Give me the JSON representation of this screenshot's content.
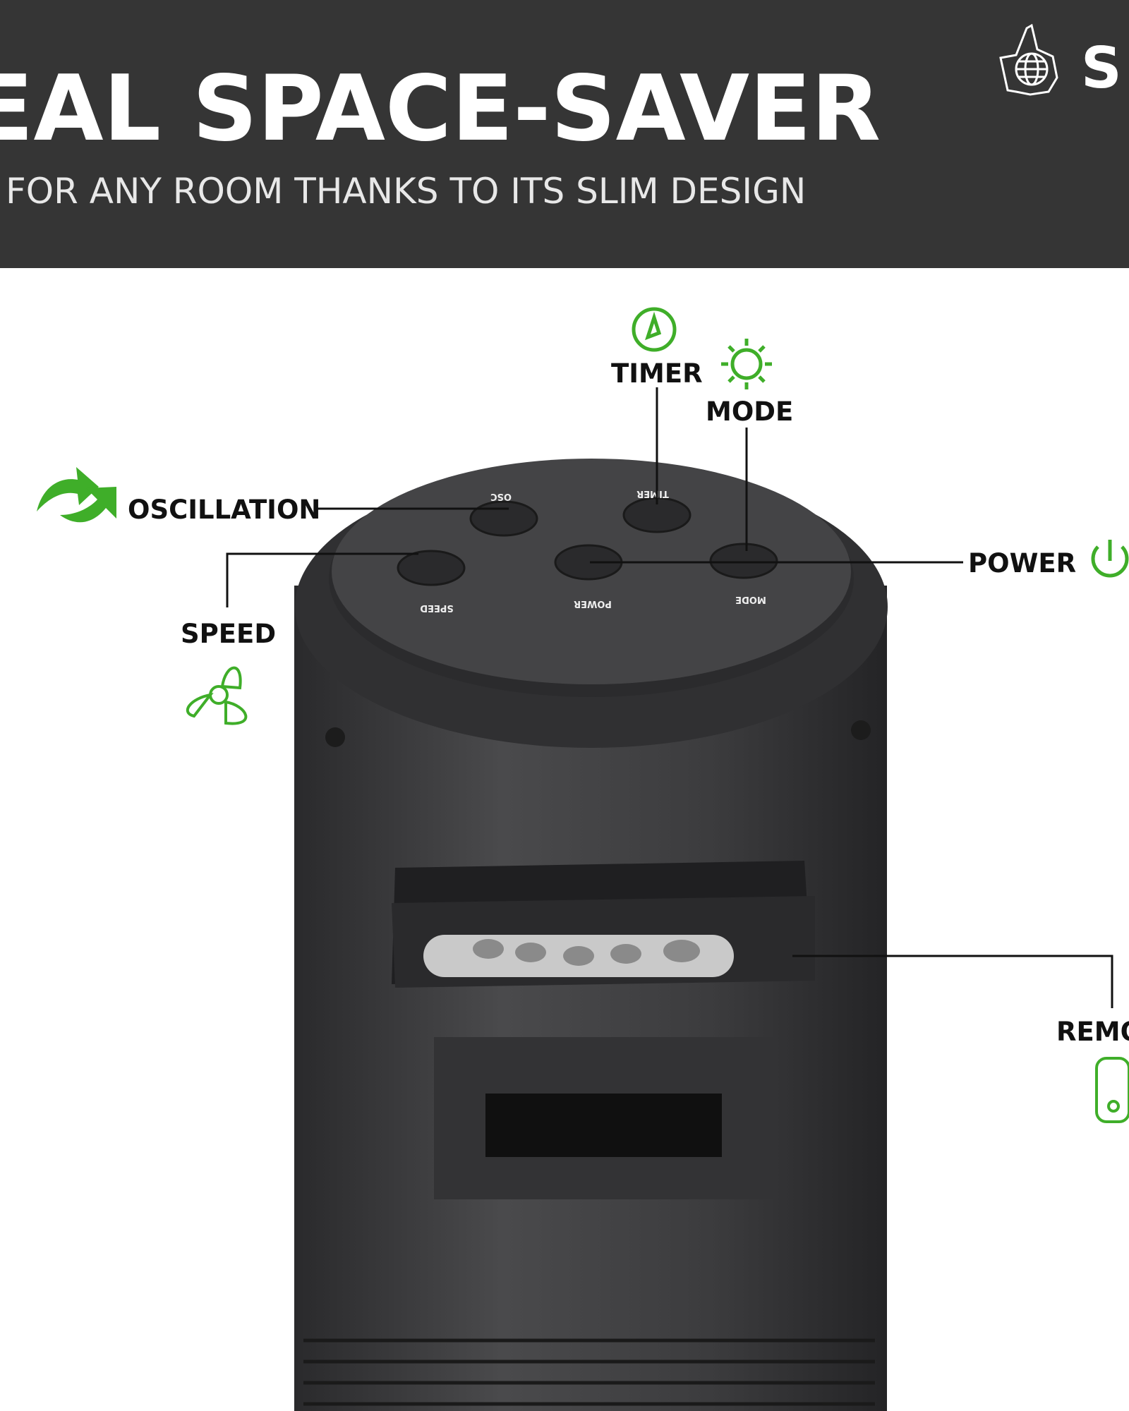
{
  "header": {
    "title": "EAL SPACE-SAVER",
    "subtitle": "FOR ANY ROOM THANKS TO ITS SLIM DESIGN",
    "logo_text": "S",
    "logo_icon": "thumbs-up-globe-icon"
  },
  "callouts": {
    "timer": "TIMER",
    "mode": "MODE",
    "oscillation": "OSCILLATION",
    "power": "POWER",
    "speed": "SPEED",
    "remote": "REMO"
  },
  "device_buttons": {
    "osc": "OSC",
    "timer": "TIMER",
    "speed": "SPEED",
    "power": "POWER",
    "mode": "MODE"
  },
  "colors": {
    "header_bg": "#353535",
    "accent_green": "#3fae29",
    "device_body": "#3a3a3c"
  }
}
